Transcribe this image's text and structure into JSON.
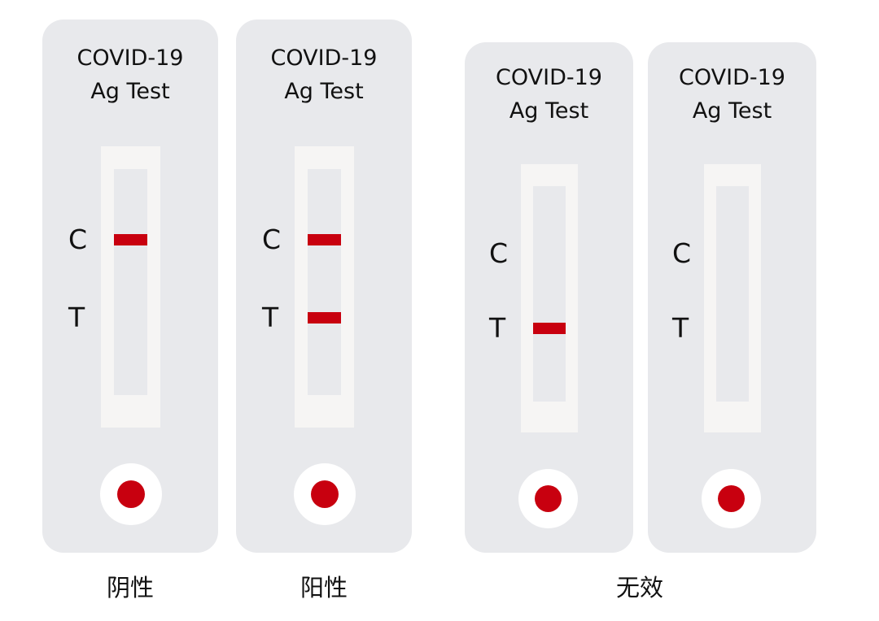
{
  "colors": {
    "card": "#e8e9ec",
    "window": "#f6f5f4",
    "line": "#c8000f",
    "text": "#111111"
  },
  "strip_title": {
    "line1": "COVID-19",
    "line2": "Ag Test"
  },
  "markers": {
    "control": "C",
    "test": "T"
  },
  "strips": [
    {
      "id": "negative",
      "control_line": true,
      "test_line": false
    },
    {
      "id": "positive",
      "control_line": true,
      "test_line": true
    },
    {
      "id": "invalid-1",
      "control_line": false,
      "test_line": true
    },
    {
      "id": "invalid-2",
      "control_line": false,
      "test_line": false
    }
  ],
  "captions": {
    "negative": "阴性",
    "positive": "阳性",
    "invalid": "无效"
  }
}
